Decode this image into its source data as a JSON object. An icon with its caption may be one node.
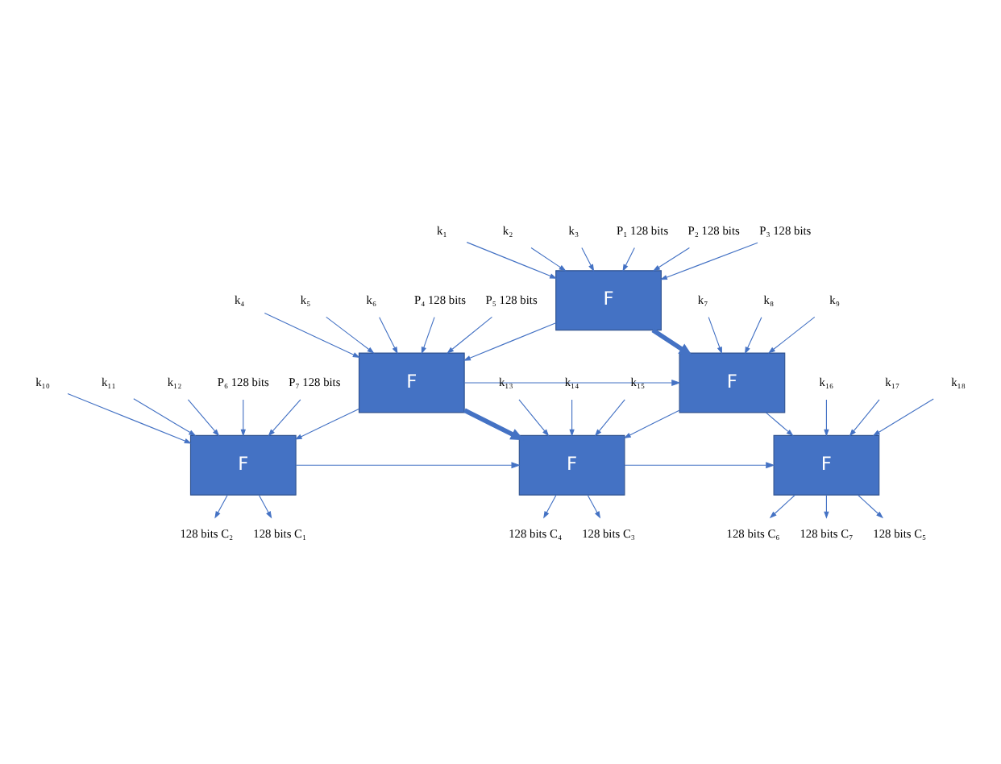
{
  "diagram": {
    "nodes": [
      {
        "text": [
          "k₁"
        ]
      },
      {
        "text": [
          "k₂"
        ]
      },
      {
        "text": [
          "k₃"
        ]
      },
      {
        "text": [
          "P₁ 128 bits"
        ]
      },
      {
        "text": [
          "P₂ 128 bits"
        ]
      },
      {
        "text": [
          "P₃ 128 bits"
        ]
      },
      {
        "text": [
          "F"
        ]
      },
      {
        "text": [
          "k₄"
        ]
      },
      {
        "text": [
          "k₅"
        ]
      },
      {
        "text": [
          "k₆"
        ]
      },
      {
        "text": [
          "k₇"
        ]
      },
      {
        "text": [
          "k₈"
        ]
      },
      {
        "text": [
          "k₉"
        ]
      },
      {
        "text": [
          "P₄ 128 bits"
        ]
      },
      {
        "text": [
          "P₅ 128 bits"
        ]
      },
      {
        "text": [
          "F"
        ]
      },
      {
        "text": [
          "F"
        ]
      },
      {
        "text": [
          "k₁₀"
        ]
      },
      {
        "text": [
          "k₁₁"
        ]
      },
      {
        "text": [
          "k₁₂"
        ]
      },
      {
        "text": [
          "k₁₃"
        ]
      },
      {
        "text": [
          "k₁₄"
        ]
      },
      {
        "text": [
          "k₁₅"
        ]
      },
      {
        "text": [
          "k₁₆"
        ]
      },
      {
        "text": [
          "k₁₇"
        ]
      },
      {
        "text": [
          "k₁₈"
        ]
      },
      {
        "text": [
          "P₆ 128 bits"
        ]
      },
      {
        "text": [
          "P₇ 128 bits"
        ]
      },
      {
        "text": [
          "F"
        ]
      },
      {
        "text": [
          "F"
        ]
      },
      {
        "text": [
          "F"
        ]
      },
      {
        "text": [
          "128 bits C₁"
        ]
      },
      {
        "text": [
          "128 bits C₂"
        ]
      },
      {
        "text": [
          "128 bits C₃"
        ]
      },
      {
        "text": [
          "128 bits C₄"
        ]
      },
      {
        "text": [
          "128 bits C₅"
        ]
      },
      {
        "text": [
          "128 bits C₆"
        ]
      },
      {
        "text": [
          "128 bits C₇"
        ]
      }
    ],
    "edges": [
      {
        "from": 0,
        "to": 6,
        "arrow": "to"
      },
      {
        "from": 1,
        "to": 6,
        "arrow": "to"
      },
      {
        "from": 2,
        "to": 6,
        "arrow": "to"
      },
      {
        "from": 3,
        "to": 6,
        "arrow": "to"
      },
      {
        "from": 4,
        "to": 6,
        "arrow": "to"
      },
      {
        "from": 5,
        "to": 6,
        "arrow": "to"
      },
      {
        "from": 6,
        "to": 15,
        "arrow": "to"
      },
      {
        "from": 6,
        "to": 16,
        "arrow": "to",
        "style": "thick"
      },
      {
        "from": 7,
        "to": 15,
        "arrow": "to"
      },
      {
        "from": 8,
        "to": 15,
        "arrow": "to"
      },
      {
        "from": 9,
        "to": 15,
        "arrow": "to"
      },
      {
        "from": 10,
        "to": 16,
        "arrow": "to"
      },
      {
        "from": 11,
        "to": 16,
        "arrow": "to"
      },
      {
        "from": 12,
        "to": 16,
        "arrow": "to"
      },
      {
        "from": 13,
        "to": 15,
        "arrow": "to"
      },
      {
        "from": 14,
        "to": 15,
        "arrow": "to"
      },
      {
        "from": 15,
        "to": 16,
        "arrow": "to"
      },
      {
        "from": 15,
        "to": 28,
        "arrow": "to"
      },
      {
        "from": 15,
        "to": 29,
        "arrow": "to",
        "style": "thick"
      },
      {
        "from": 16,
        "to": 29,
        "arrow": "to"
      },
      {
        "from": 16,
        "to": 30,
        "arrow": "to"
      },
      {
        "from": 17,
        "to": 28,
        "arrow": "to"
      },
      {
        "from": 18,
        "to": 28,
        "arrow": "to"
      },
      {
        "from": 19,
        "to": 28,
        "arrow": "to"
      },
      {
        "from": 20,
        "to": 29,
        "arrow": "to"
      },
      {
        "from": 21,
        "to": 29,
        "arrow": "to"
      },
      {
        "from": 22,
        "to": 29,
        "arrow": "to"
      },
      {
        "from": 23,
        "to": 30,
        "arrow": "to"
      },
      {
        "from": 24,
        "to": 30,
        "arrow": "to"
      },
      {
        "from": 25,
        "to": 30,
        "arrow": "to"
      },
      {
        "from": 26,
        "to": 28,
        "arrow": "to"
      },
      {
        "from": 27,
        "to": 28,
        "arrow": "to"
      },
      {
        "from": 28,
        "to": 29,
        "arrow": "to"
      },
      {
        "from": 29,
        "to": 30,
        "arrow": "to"
      },
      {
        "from": 28,
        "to": 31,
        "arrow": "to"
      },
      {
        "from": 28,
        "to": 32,
        "arrow": "to"
      },
      {
        "from": 29,
        "to": 33,
        "arrow": "to"
      },
      {
        "from": 29,
        "to": 34,
        "arrow": "to"
      },
      {
        "from": 30,
        "to": 35,
        "arrow": "to"
      },
      {
        "from": 30,
        "to": 36,
        "arrow": "to"
      },
      {
        "from": 30,
        "to": 37,
        "arrow": "to"
      }
    ]
  }
}
